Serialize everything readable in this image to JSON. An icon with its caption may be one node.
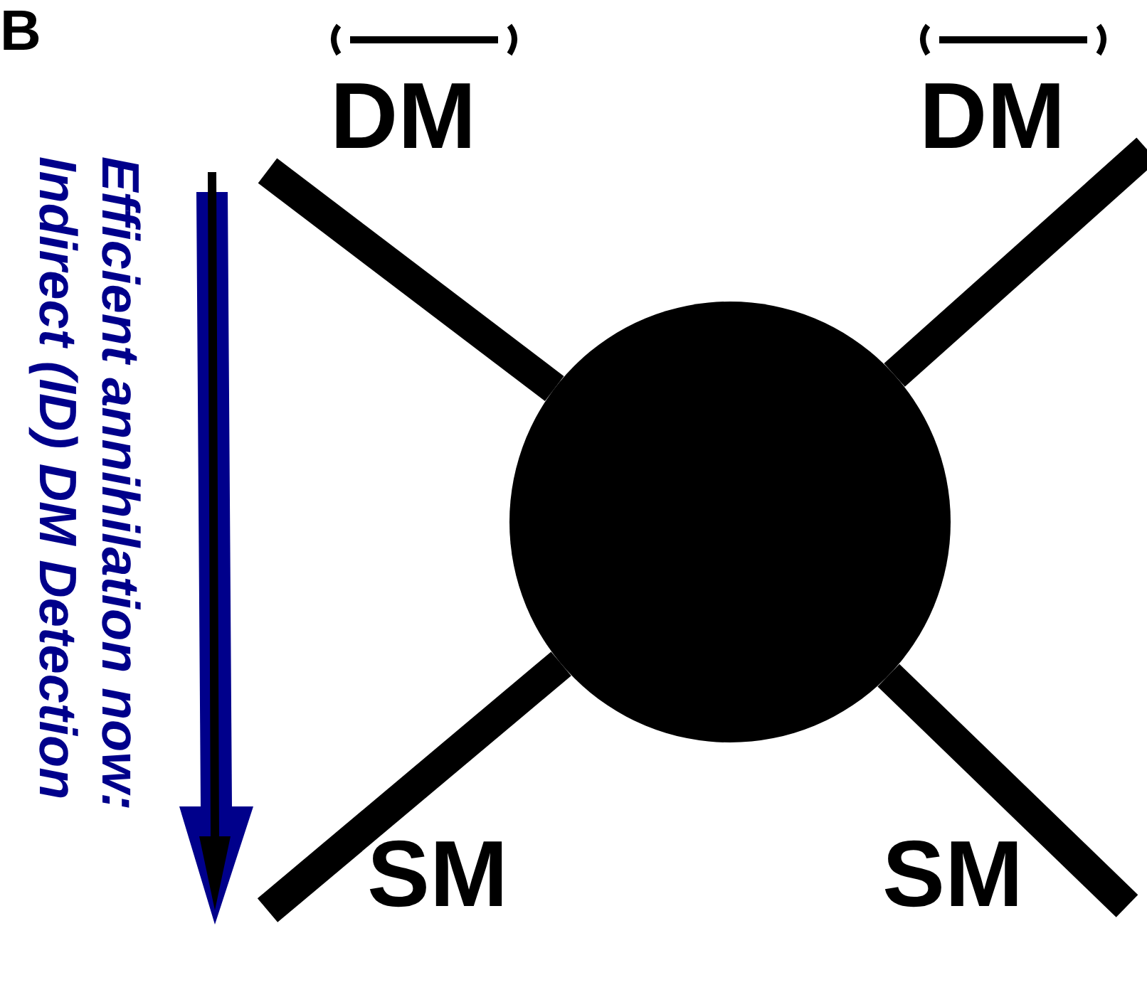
{
  "diagram": {
    "nodes": [
      {
        "text": [
          "DM"
        ]
      },
      {
        "text": [
          "DM"
        ]
      },
      {
        "text": [],
        "shape": "circle"
      },
      {
        "text": [
          "SM"
        ]
      },
      {
        "text": [
          "SM"
        ]
      }
    ],
    "edges": [
      {
        "from": 0,
        "to": 2,
        "arrow": "none"
      },
      {
        "from": 1,
        "to": 2,
        "arrow": "none"
      },
      {
        "from": 2,
        "to": 3,
        "arrow": "none"
      },
      {
        "from": 2,
        "to": 4,
        "arrow": "none"
      }
    ],
    "labels": [
      "B",
      "Efficient annihilation now: Indirect (ID) DM Detection"
    ]
  }
}
